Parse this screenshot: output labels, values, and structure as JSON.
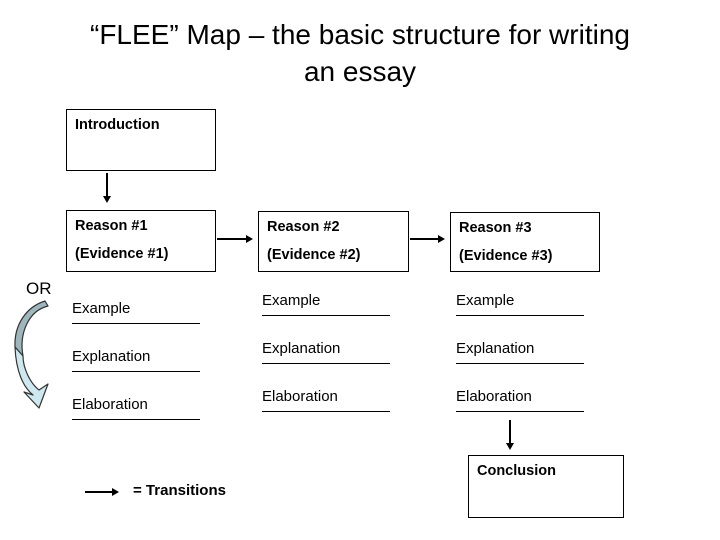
{
  "title": {
    "line1": "“FLEE” Map – the basic structure for writing",
    "line2": "an essay"
  },
  "boxes": {
    "introduction": "Introduction",
    "conclusion": "Conclusion"
  },
  "or_label": "OR",
  "reasons": [
    {
      "title": "Reason #1",
      "evidence": "(Evidence #1)"
    },
    {
      "title": "Reason #2",
      "evidence": "(Evidence #2)"
    },
    {
      "title": "Reason #3",
      "evidence": "(Evidence #3)"
    }
  ],
  "columns": [
    {
      "items": [
        "Example",
        "Explanation",
        "Elaboration"
      ]
    },
    {
      "items": [
        "Example",
        "Explanation",
        "Elaboration"
      ]
    },
    {
      "items": [
        "Example",
        "Explanation",
        "Elaboration"
      ]
    }
  ],
  "legend": {
    "label": "= Transitions"
  },
  "icons": {
    "curved_or_arrow": "curved-down-arrow-icon",
    "transition_arrow": "right-arrow-icon"
  },
  "colors": {
    "curved_arrow_dark": "#9fb6bd",
    "curved_arrow_light": "#cfe8ef",
    "line": "#000000",
    "background": "#ffffff"
  }
}
